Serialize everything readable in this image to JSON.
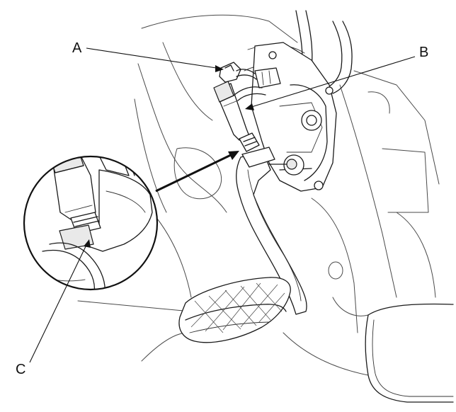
{
  "callouts": {
    "a": "A",
    "b": "B",
    "c": "C"
  },
  "colors": {
    "line": "#1a1a1a",
    "background": "#ffffff"
  }
}
